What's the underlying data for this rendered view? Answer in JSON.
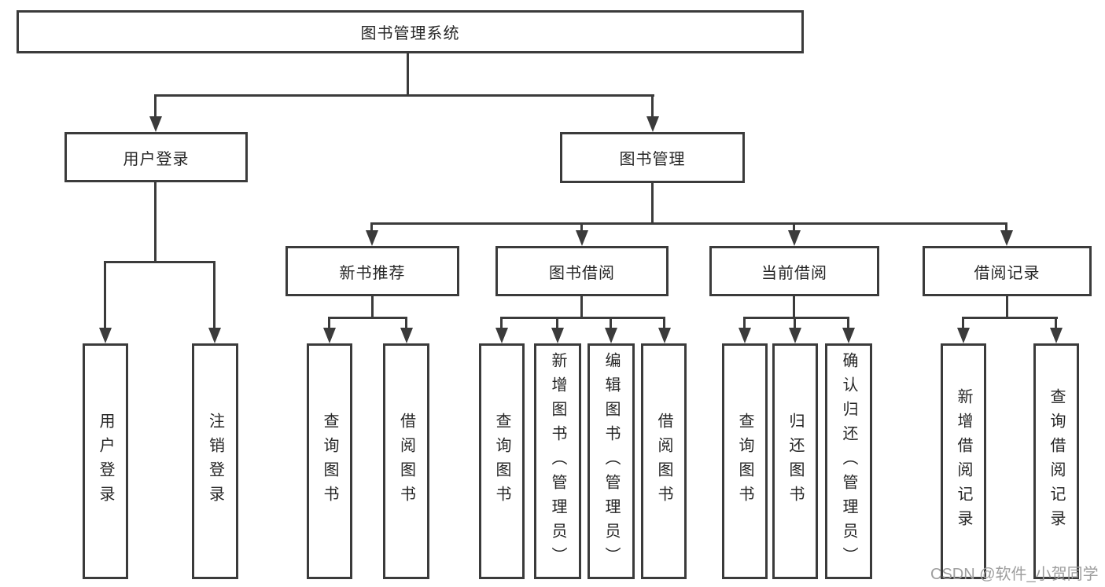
{
  "diagram_title": "图书管理系统",
  "tree": {
    "label": "图书管理系统",
    "children": [
      {
        "label": "用户登录",
        "children": [
          {
            "label": "用户登录"
          },
          {
            "label": "注销登录"
          }
        ]
      },
      {
        "label": "图书管理",
        "children": [
          {
            "label": "新书推荐",
            "children": [
              {
                "label": "查询图书"
              },
              {
                "label": "借阅图书"
              }
            ]
          },
          {
            "label": "图书借阅",
            "children": [
              {
                "label": "查询图书"
              },
              {
                "label": "新增图书（管理员）"
              },
              {
                "label": "编辑图书（管理员）"
              },
              {
                "label": "借阅图书"
              }
            ]
          },
          {
            "label": "当前借阅",
            "children": [
              {
                "label": "查询图书"
              },
              {
                "label": "归还图书"
              },
              {
                "label": "确认归还（管理员）"
              }
            ]
          },
          {
            "label": "借阅记录",
            "children": [
              {
                "label": "新增借阅记录"
              },
              {
                "label": "查询借阅记录"
              }
            ]
          }
        ]
      }
    ]
  },
  "watermark": {
    "text": "CSDN @软件_小贺同学"
  },
  "colors": {
    "line": "#3b3b3b",
    "text": "#262626",
    "watermark": "#9e9e9e",
    "background": "#ffffff"
  }
}
